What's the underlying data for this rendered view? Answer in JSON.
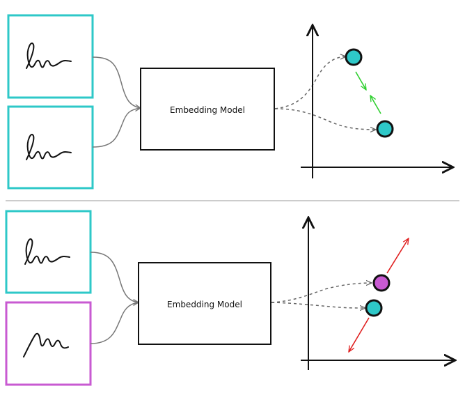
{
  "colors": {
    "similar_signature_border": "#2ec8c8",
    "different_signature_border": "#c85ad2",
    "point_teal": "#2ec8c8",
    "point_magenta": "#c85ad2",
    "pull_arrow": "#2ecf2e",
    "push_arrow": "#e02020",
    "connector": "#777777",
    "dashed_link": "#666666",
    "ink": "#111111",
    "divider": "#999999"
  },
  "panels": [
    {
      "id": "top",
      "model_label": "Embedding Model",
      "inputs": [
        {
          "kind": "signature-a",
          "border": "similar_signature_border"
        },
        {
          "kind": "signature-a",
          "border": "similar_signature_border"
        }
      ],
      "points": [
        {
          "color": "point_teal"
        },
        {
          "color": "point_teal"
        }
      ],
      "relation": "pull"
    },
    {
      "id": "bottom",
      "model_label": "Embedding Model",
      "inputs": [
        {
          "kind": "signature-a",
          "border": "similar_signature_border"
        },
        {
          "kind": "signature-b",
          "border": "different_signature_border"
        }
      ],
      "points": [
        {
          "color": "point_magenta"
        },
        {
          "color": "point_teal"
        }
      ],
      "relation": "push"
    }
  ]
}
